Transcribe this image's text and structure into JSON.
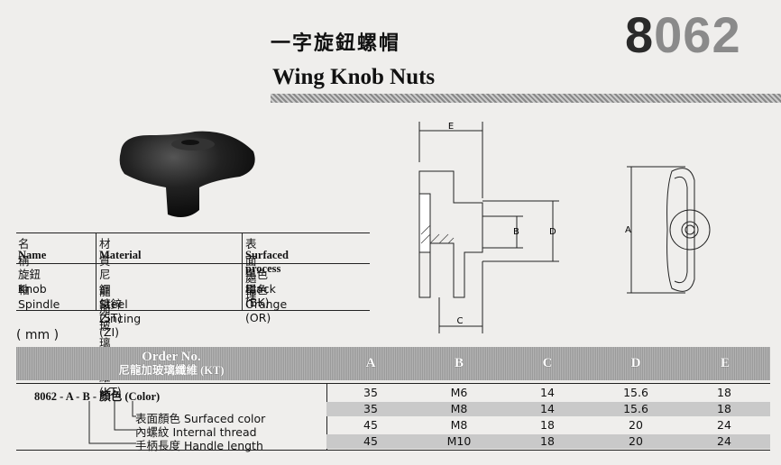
{
  "title_zh": "一字旋鈕螺帽",
  "title_en": "Wing Knob Nuts",
  "code_first": "8",
  "code_rest": "062",
  "material_table": {
    "headers": {
      "name_zh": "名稱",
      "name_en": "Name",
      "material_zh": "材質",
      "material_en": "Material",
      "surface_zh": "表面處理",
      "surface_en": "Surfaced process"
    },
    "rows": [
      {
        "name": "旋鈕 Knob",
        "material": "尼龍加玻璃纖維 (KT)",
        "surface": "黑色 Black (BK)"
      },
      {
        "name": "軸 Spindle",
        "material": "鋼 Steel (ST)",
        "surface": "橘色 Orange (OR)"
      },
      {
        "name": "",
        "material": "鍍鋅 Zincing (ZI)",
        "surface": ""
      }
    ]
  },
  "drawing_labels": {
    "e": "E",
    "b": "B",
    "d": "D",
    "c": "C",
    "a": "A"
  },
  "unit": "( mm )",
  "order_table": {
    "header_order": "Order No.",
    "header_order_sub": "尼龍加玻璃纖維 (KT)",
    "columns": [
      "A",
      "B",
      "C",
      "D",
      "E"
    ],
    "order_code": "8062 - A - B - 顏色 (Color)",
    "legend": [
      "表面顏色 Surfaced color",
      "內螺紋 Internal thread",
      "手柄長度 Handle length"
    ],
    "rows": [
      [
        "35",
        "M6",
        "14",
        "15.6",
        "18"
      ],
      [
        "35",
        "M8",
        "14",
        "15.6",
        "18"
      ],
      [
        "45",
        "M8",
        "18",
        "20",
        "24"
      ],
      [
        "45",
        "M10",
        "18",
        "20",
        "24"
      ]
    ]
  }
}
